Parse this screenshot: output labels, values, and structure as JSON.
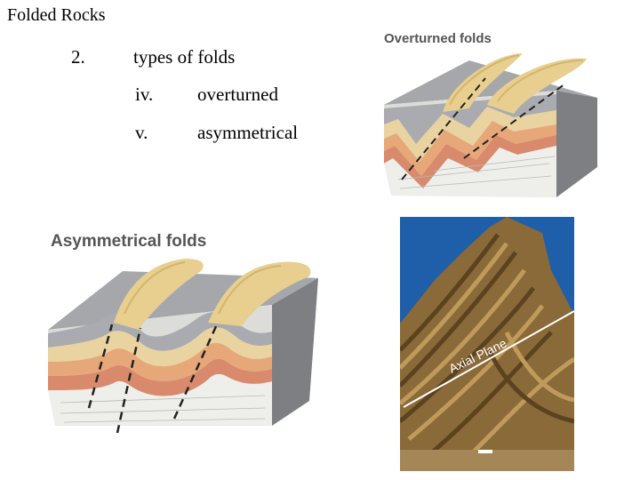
{
  "slide": {
    "title": "Folded Rocks",
    "section_number": "2.",
    "section_heading": "types of folds",
    "items": [
      {
        "numeral": "iv.",
        "text": "overturned"
      },
      {
        "numeral": "v.",
        "text": "asymmetrical"
      }
    ]
  },
  "figures": {
    "overturned_caption": "Overturned folds",
    "asymmetrical_caption": "Asymmetrical folds",
    "photo_label": "Axial Plane"
  },
  "colors": {
    "layer_gray": "#a9abb0",
    "layer_tan": "#e9d3a0",
    "layer_orange": "#e6a878",
    "layer_pink": "#d98a6c",
    "layer_cream": "#f3e7c8",
    "layer_white": "#eeeeea",
    "ridge": "#e8cf8f",
    "rock_brown": "#8a6a38"
  }
}
